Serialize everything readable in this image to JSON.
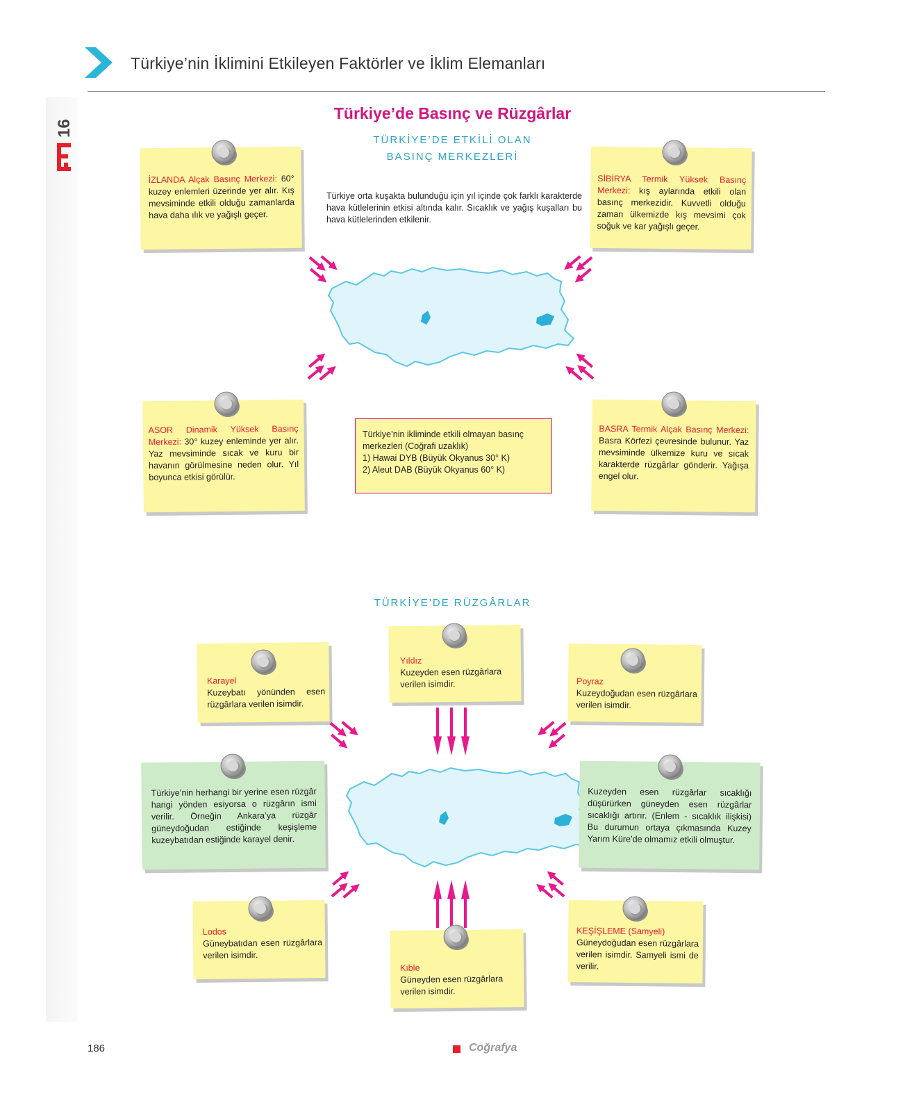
{
  "header": {
    "title": "Türkiye’nin İklimini Etkileyen Faktörler ve İklim Elemanları",
    "chevron_color": "#2bb5d9"
  },
  "sidebar": {
    "fasikul_label": "Fasikül 16",
    "fasikul_number": "16",
    "accent_color": "#e5202a"
  },
  "main_title": "Türkiye’de Basınç ve Rüzgârlar",
  "pressure_section": {
    "heading_line1": "TÜRKİYE’DE ETKİLİ OLAN",
    "heading_line2": "BASINÇ MERKEZLERİ",
    "intro": "Türkiye orta kuşakta bulunduğu için yıl içinde çok farklı karakterde hava kütlelerinin etkisi altında kalır. Sıcaklık ve yağış kuşalları bu hava kütlelerinden etkilenir.",
    "izlanda": {
      "title": "İZLANDA Alçak Basınç Merkezi:",
      "text": " 60° kuzey enlemleri üzerinde yer alır. Kış mevsiminde etkili olduğu zamanlarda hava daha ılık ve yağışlı geçer."
    },
    "sibirya": {
      "title": "SİBİRYA Termik Yüksek Basınç Merkezi:",
      "text": " kış aylarında etkili olan basınç merkezidir. Kuvvetli olduğu zaman ülkemizde kış mevsimi çok soğuk ve kar yağışlı geçer."
    },
    "asor": {
      "title": "ASOR Dinamik Yüksek Basınç Merkezi:",
      "text": " 30° kuzey enleminde yer alır. Yaz mevsiminde sıcak ve kuru bir havanın görülmesine neden olur. Yıl boyunca etkisi görülür."
    },
    "basra": {
      "title": "BASRA Termik Alçak Basınç Merkezi:",
      "text": " Basra Körfezi çevresinde bulunur. Yaz mevsiminde ülkemize kuru ve sıcak karakterde rüzgârlar gönderir. Yağışa engel olur."
    },
    "not_effective": {
      "line1": "Türkiye’nin ikliminde etkili olmayan basınç merkezleri (Coğrafi uzaklık)",
      "line2": "1) Hawai DYB (Büyük Okyanus 30° K)",
      "line3": "2) Aleut DAB (Büyük Okyanus 60° K)"
    }
  },
  "wind_section": {
    "heading": "TÜRKİYE’DE RÜZGÂRLAR",
    "yildiz": {
      "title": "Yıldız",
      "text": "Kuzeyden esen rüzgârlara verilen isimdir."
    },
    "karayel": {
      "title": "Karayel",
      "text": "Kuzeybatı yönünden esen rüzgârlara verilen isimdir."
    },
    "poyraz": {
      "title": "Poyraz",
      "text": "Kuzeydoğudan esen rüzgârlara verilen isimdir."
    },
    "naming_note": "Türkiye’nin herhangi bir yerine esen rüzgâr hangi yönden esiyorsa o rüzgârın ismi verilir. Örneğin Ankara’ya rüzgâr güneydoğudan estiğinde keşişleme kuzeybatıdan estiğinde karayel denir.",
    "temperature_note": "Kuzeyden esen rüzgârlar sıcaklığı düşürürken güneyden esen rüzgârlar sıcaklığı artırır. (Enlem - sıcaklık ilişkisi) Bu durumun ortaya çıkmasında Kuzey Yarım Küre’de olmamız etkili olmuştur.",
    "lodos": {
      "title": "Lodos",
      "text": "Güneybatıdan esen rüzgârlara verilen isimdir."
    },
    "kible": {
      "title": "Kıble",
      "text": "Güneyden esen rüzgârlara verilen isimdir."
    },
    "kesisleme": {
      "title": "KEŞİŞLEME (Samyeli)",
      "text": "Güneydoğudan esen rüzgârlara verilen isimdir. Samyeli ismi de verilir."
    }
  },
  "colors": {
    "arrow": "#e8198b",
    "map_fill": "#dff4fb",
    "map_stroke": "#5cc7e6",
    "lake": "#2bb0d8",
    "note_yellow": "#fdf6a3",
    "note_green": "#cdebc8"
  },
  "footer": {
    "page_number": "186",
    "subject": "Coğrafya"
  }
}
